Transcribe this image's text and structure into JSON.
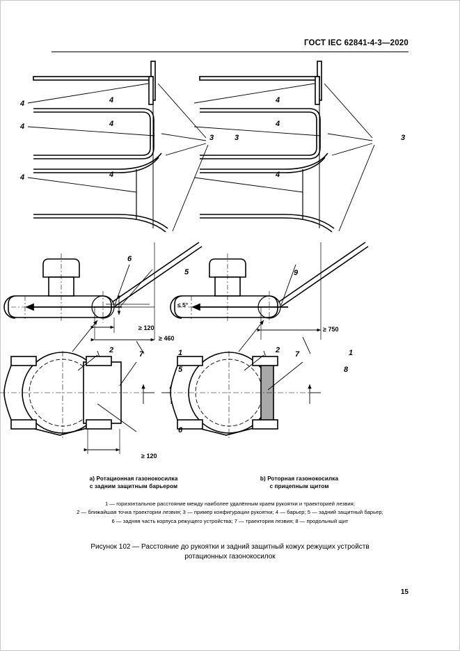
{
  "document": {
    "standard_header": "ГОСТ IEC 62841-4-3—2020",
    "page_number": "15"
  },
  "figure": {
    "caption_line1": "Рисунок 102 — Расстояние до рукоятки и задний защитный кожух режущих устройств",
    "caption_line2": "ротационных газонокосилок",
    "subfigures": [
      {
        "id": "a",
        "caption_line1": "a) Ротационная газонокосилка",
        "caption_line2": "с задним защитным барьером"
      },
      {
        "id": "b",
        "caption_line1": "b) Роторная газонокосилка",
        "caption_line2": "с прицепным щитом"
      }
    ],
    "legend": {
      "line1": "1 — горизонтальное расстояние между наиболее удалённым краем рукоятки и траекторией лезвия;",
      "line2": "2 — ближайшая точка траектории лезвия; 3 — пример конфигурации рукоятки; 4 —  барьер; 5 — задний защитный барьер;",
      "line3": "6 — задняя часть корпуса режущего устройства; 7 — траектория лезвия; 8 — продольный щит"
    },
    "callouts": {
      "c1": "1",
      "c2": "2",
      "c3": "3",
      "c4": "4",
      "c5": "5",
      "c6": "6",
      "c7": "7",
      "c8": "8",
      "c9": "9"
    },
    "dimensions": {
      "left_min_120": "≥ 120",
      "left_min_460": "≥ 460",
      "left_angle_5deg": "≤ 5°",
      "left_plan_min_120": "≥ 120",
      "right_min_750": "≥ 750"
    }
  },
  "colors": {
    "ink": "#000000",
    "paper": "#ffffff",
    "shield_fill": "#a8a8a8"
  }
}
